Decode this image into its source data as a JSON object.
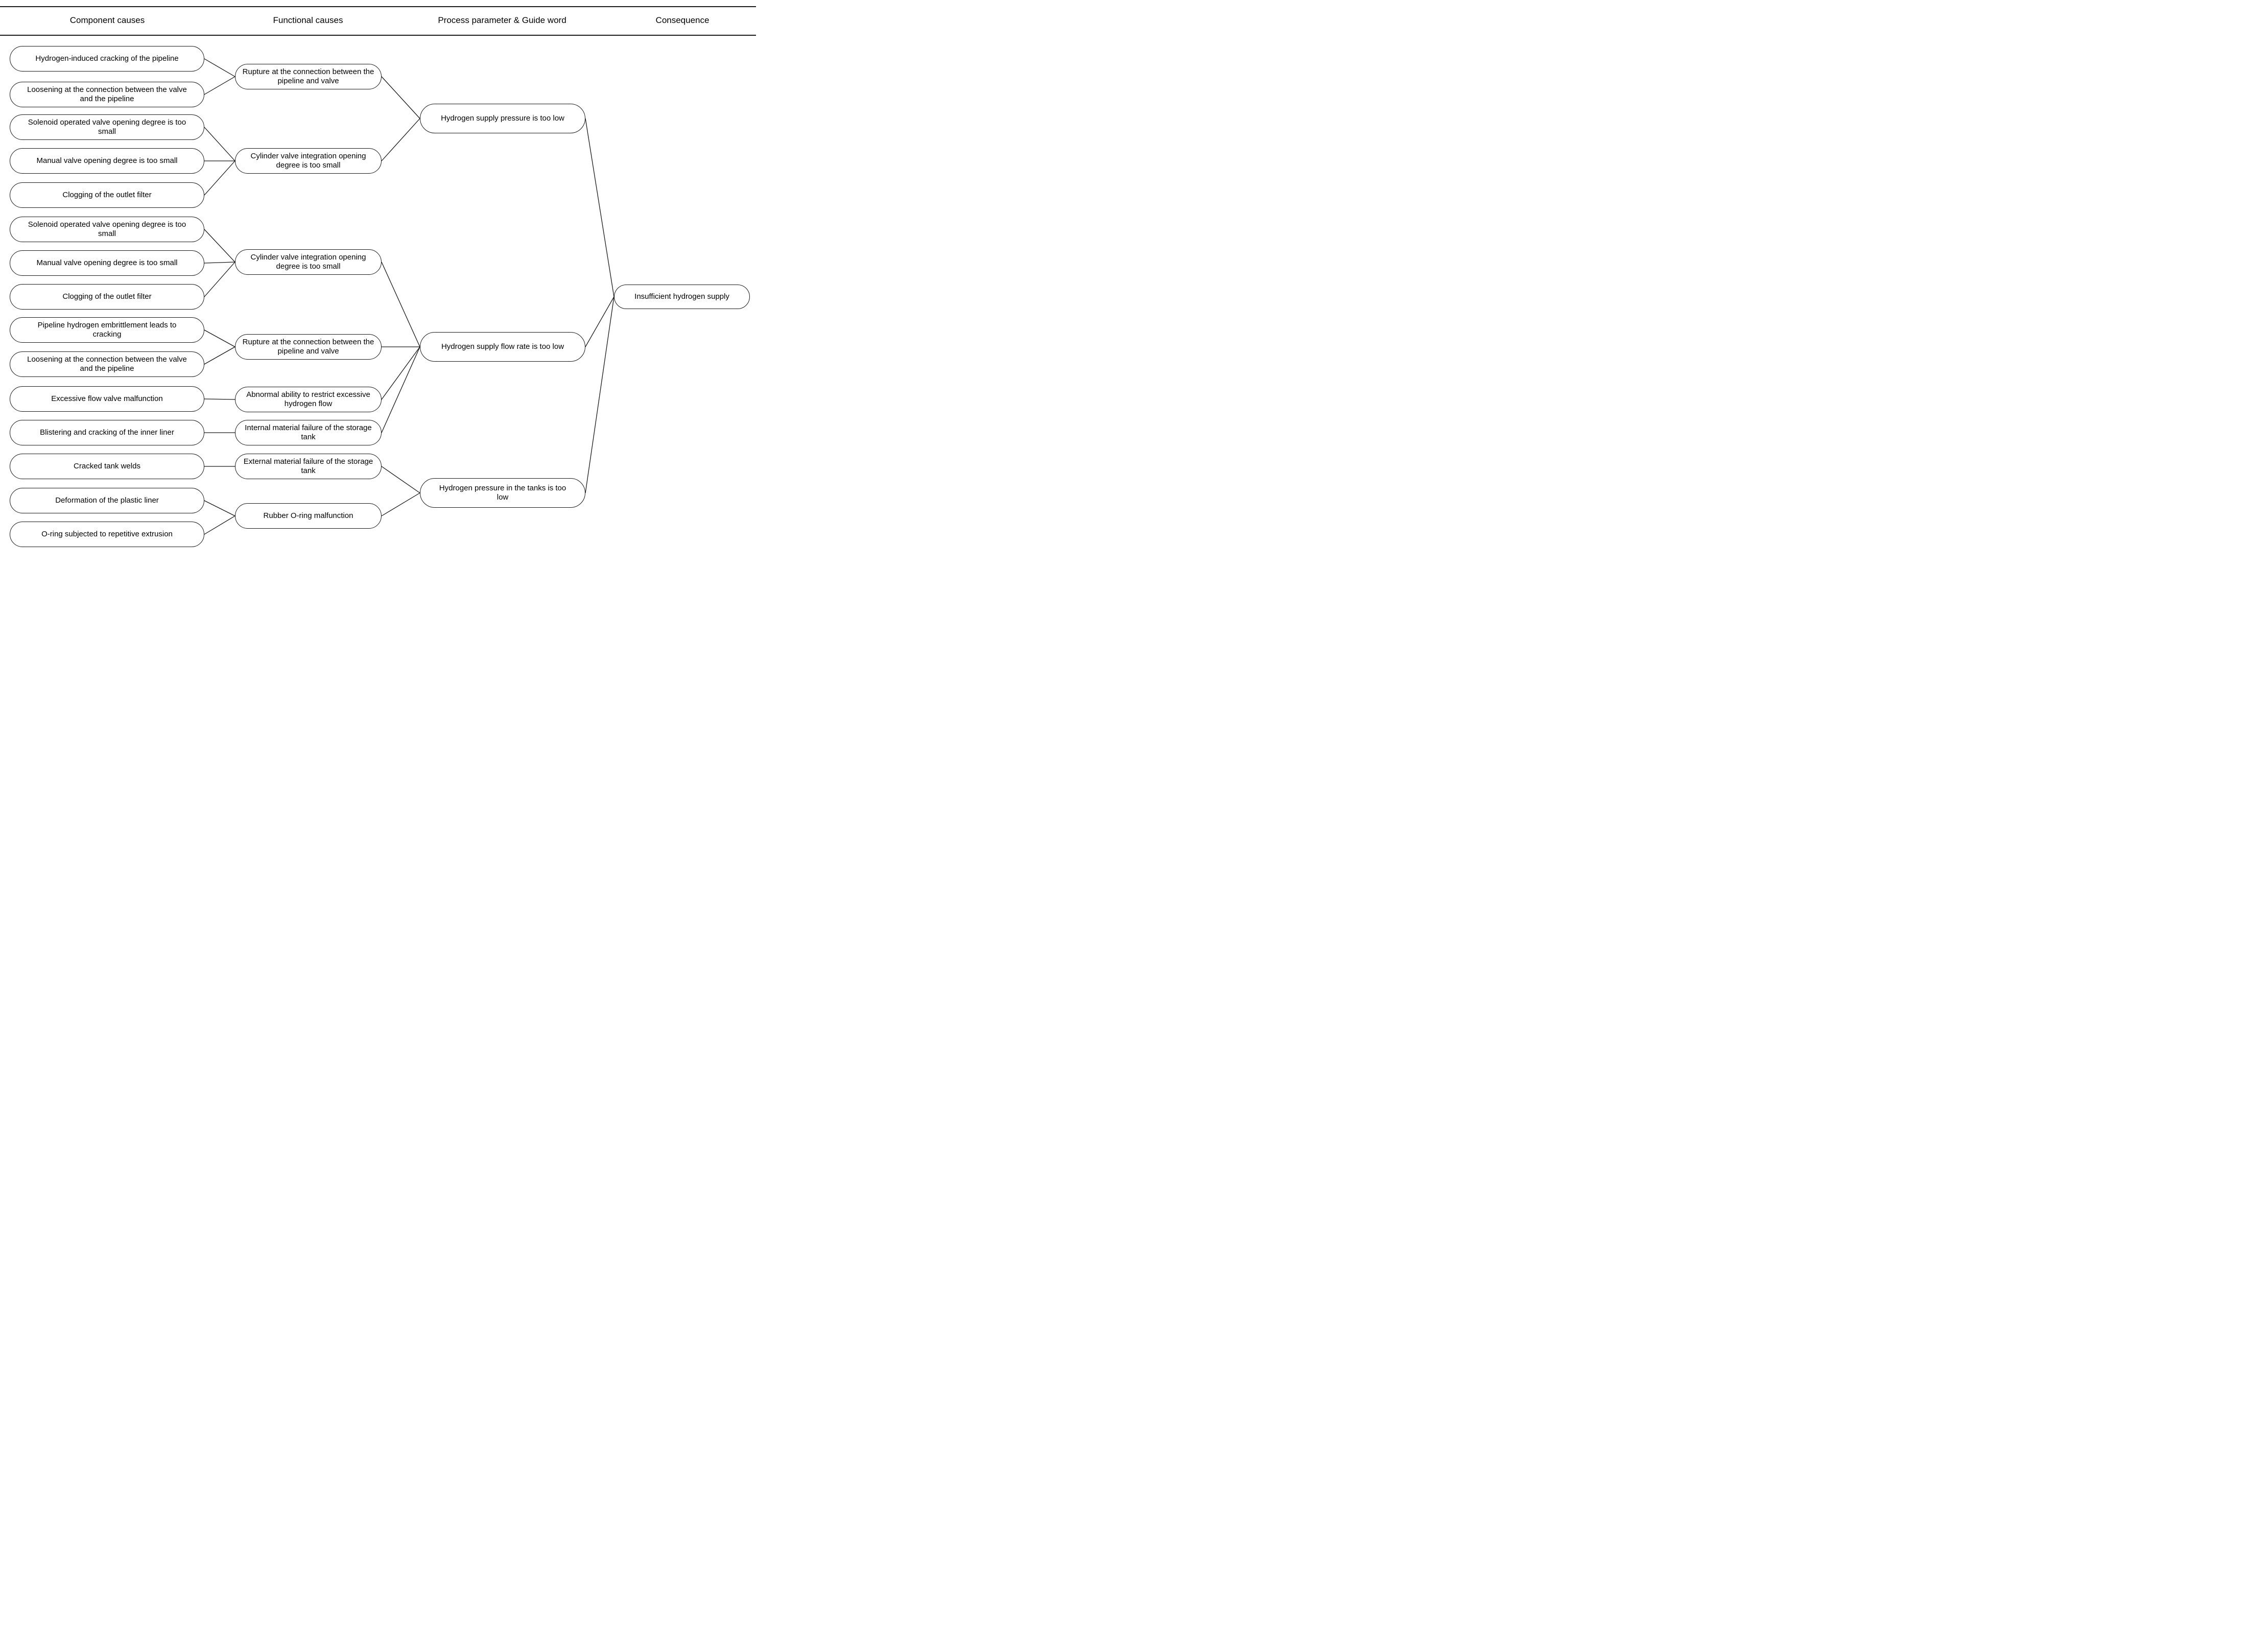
{
  "columns": [
    {
      "id": "component",
      "label": "Component causes"
    },
    {
      "id": "functional",
      "label": "Functional causes"
    },
    {
      "id": "process",
      "label": "Process parameter & Guide word"
    },
    {
      "id": "consequence",
      "label": "Consequence"
    }
  ],
  "nodes": [
    {
      "id": "c1",
      "column": "component",
      "label": "Hydrogen-induced cracking of the pipeline"
    },
    {
      "id": "c2",
      "column": "component",
      "label": "Loosening at the connection between the valve and the pipeline"
    },
    {
      "id": "c3",
      "column": "component",
      "label": "Solenoid operated valve opening degree is too small"
    },
    {
      "id": "c4",
      "column": "component",
      "label": "Manual valve opening degree is too small"
    },
    {
      "id": "c5",
      "column": "component",
      "label": "Clogging of the outlet filter"
    },
    {
      "id": "c6",
      "column": "component",
      "label": "Solenoid operated valve opening degree is too small"
    },
    {
      "id": "c7",
      "column": "component",
      "label": "Manual valve opening degree is too small"
    },
    {
      "id": "c8",
      "column": "component",
      "label": "Clogging of the outlet filter"
    },
    {
      "id": "c9",
      "column": "component",
      "label": "Pipeline hydrogen embrittlement leads to cracking"
    },
    {
      "id": "c10",
      "column": "component",
      "label": "Loosening at the connection between the valve and the pipeline"
    },
    {
      "id": "c11",
      "column": "component",
      "label": "Excessive flow valve malfunction"
    },
    {
      "id": "c12",
      "column": "component",
      "label": "Blistering and cracking of the inner liner"
    },
    {
      "id": "c13",
      "column": "component",
      "label": "Cracked tank welds"
    },
    {
      "id": "c14",
      "column": "component",
      "label": "Deformation of the plastic liner"
    },
    {
      "id": "c15",
      "column": "component",
      "label": "O-ring subjected to repetitive extrusion"
    },
    {
      "id": "f1",
      "column": "functional",
      "label": "Rupture at the connection between the pipeline and valve"
    },
    {
      "id": "f2",
      "column": "functional",
      "label": "Cylinder valve integration opening degree is too small"
    },
    {
      "id": "f3",
      "column": "functional",
      "label": "Cylinder valve integration opening degree is too small"
    },
    {
      "id": "f4",
      "column": "functional",
      "label": "Rupture at the connection between the pipeline and valve"
    },
    {
      "id": "f5",
      "column": "functional",
      "label": "Abnormal ability to restrict excessive hydrogen flow"
    },
    {
      "id": "f6",
      "column": "functional",
      "label": "Internal material failure of the storage tank"
    },
    {
      "id": "f7",
      "column": "functional",
      "label": "External material failure of the storage tank"
    },
    {
      "id": "f8",
      "column": "functional",
      "label": "Rubber O-ring malfunction"
    },
    {
      "id": "p1",
      "column": "process",
      "label": "Hydrogen supply pressure is too low"
    },
    {
      "id": "p2",
      "column": "process",
      "label": "Hydrogen supply flow rate is too low"
    },
    {
      "id": "p3",
      "column": "process",
      "label": "Hydrogen pressure in the tanks is too low"
    },
    {
      "id": "q1",
      "column": "consequence",
      "label": "Insufficient hydrogen supply"
    }
  ],
  "edges": [
    [
      "c1",
      "f1"
    ],
    [
      "c2",
      "f1"
    ],
    [
      "c3",
      "f2"
    ],
    [
      "c4",
      "f2"
    ],
    [
      "c5",
      "f2"
    ],
    [
      "c6",
      "f3"
    ],
    [
      "c7",
      "f3"
    ],
    [
      "c8",
      "f3"
    ],
    [
      "c9",
      "f4"
    ],
    [
      "c10",
      "f4"
    ],
    [
      "c11",
      "f5"
    ],
    [
      "c12",
      "f6"
    ],
    [
      "c13",
      "f7"
    ],
    [
      "c14",
      "f8"
    ],
    [
      "c15",
      "f8"
    ],
    [
      "f1",
      "p1"
    ],
    [
      "f2",
      "p1"
    ],
    [
      "f3",
      "p2"
    ],
    [
      "f4",
      "p2"
    ],
    [
      "f5",
      "p2"
    ],
    [
      "f6",
      "p2"
    ],
    [
      "f7",
      "p3"
    ],
    [
      "f8",
      "p3"
    ],
    [
      "p1",
      "q1"
    ],
    [
      "p2",
      "q1"
    ],
    [
      "p3",
      "q1"
    ]
  ],
  "colors": {
    "background": "#ffffff",
    "node_fill": "#ffffff",
    "node_border": "#1a1a1a",
    "text": "#000000",
    "connector": "#1a1a1a",
    "rule": "#1a1a1a"
  }
}
